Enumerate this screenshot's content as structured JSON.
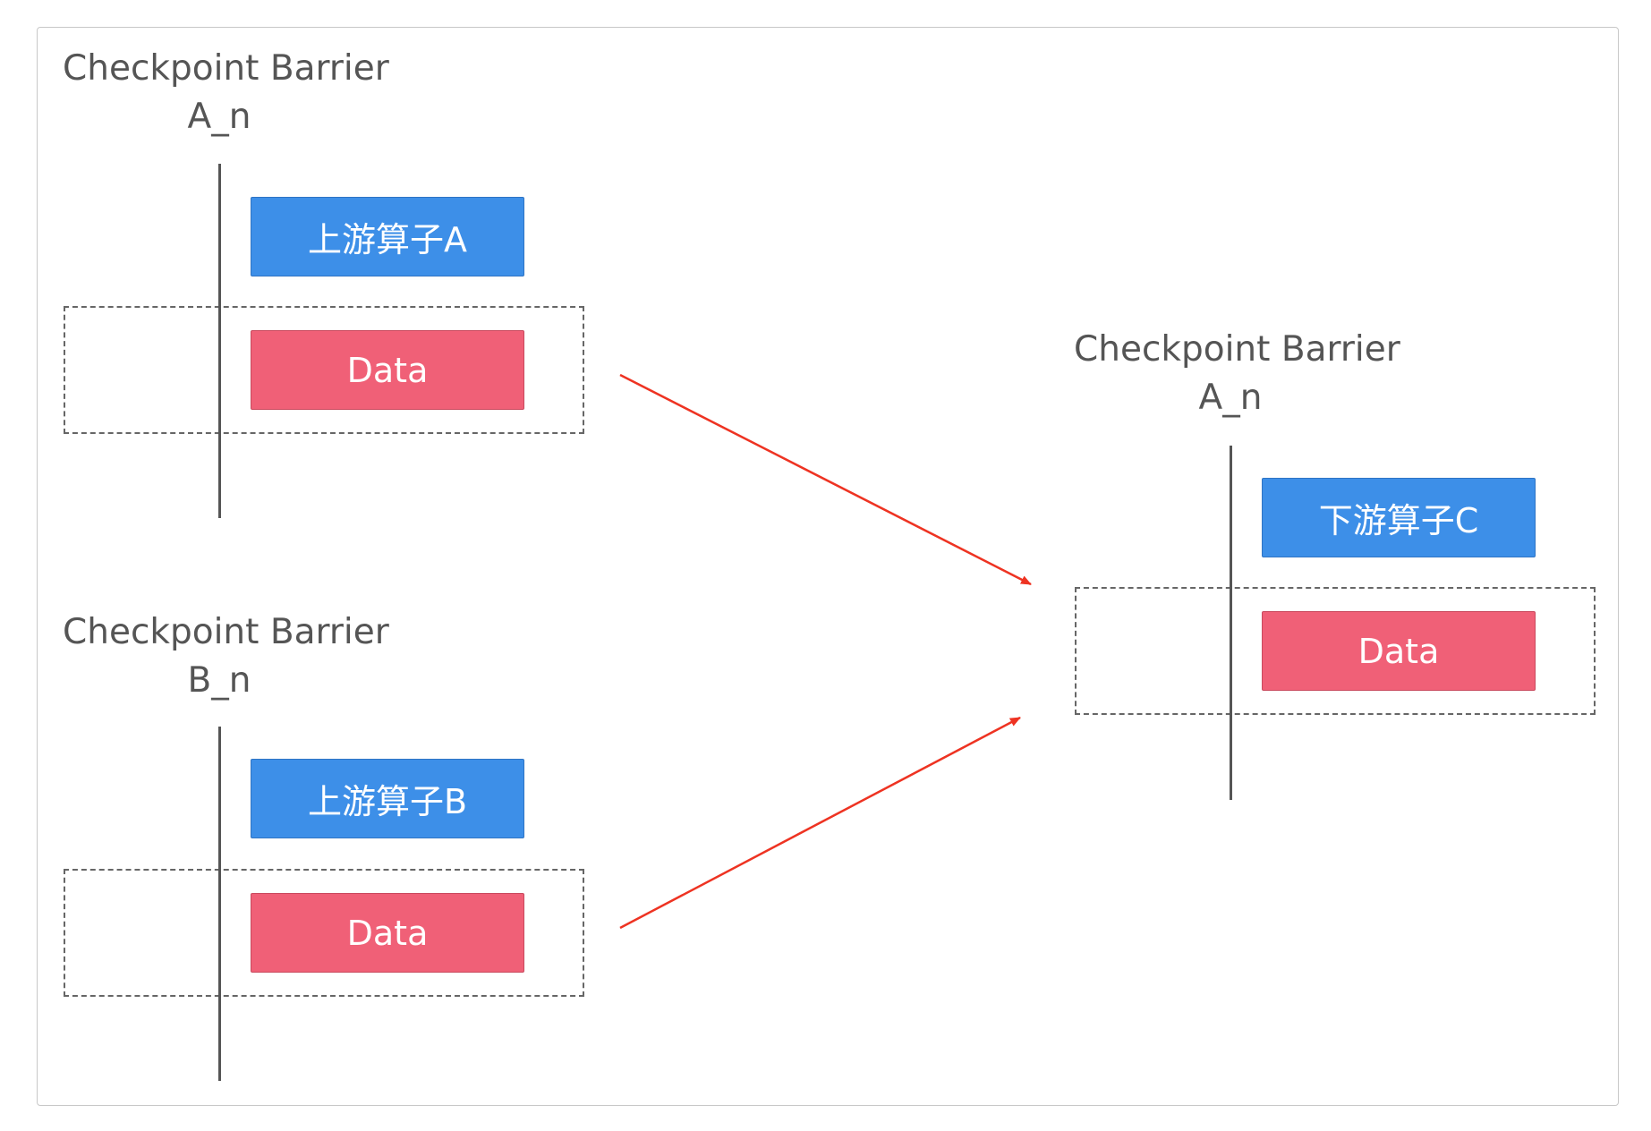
{
  "colors": {
    "operator_fill": "#3d8fe8",
    "data_fill": "#f06077",
    "arrow": "#ee3322",
    "barrier_line": "#555555",
    "dashed_border": "#666666"
  },
  "group_a": {
    "barrier_title": "Checkpoint Barrier",
    "barrier_id": "A_n",
    "operator_label": "上游算子A",
    "data_label": "Data"
  },
  "group_b": {
    "barrier_title": "Checkpoint Barrier",
    "barrier_id": "B_n",
    "operator_label": "上游算子B",
    "data_label": "Data"
  },
  "group_c": {
    "barrier_title": "Checkpoint Barrier",
    "barrier_id": "A_n",
    "operator_label": "下游算子C",
    "data_label": "Data"
  },
  "edges": [
    {
      "from": "group_a.data",
      "to": "group_c.data"
    },
    {
      "from": "group_b.data",
      "to": "group_c.data"
    }
  ]
}
